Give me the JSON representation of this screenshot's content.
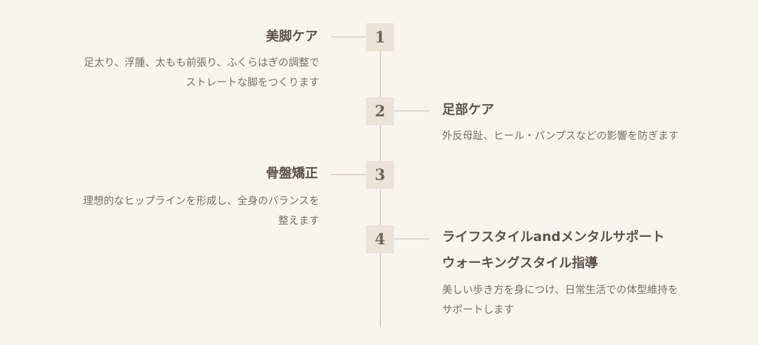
{
  "steps": [
    {
      "number": "1",
      "title": "美脚ケア",
      "desc_lines": [
        "足太り、浮腫、太もも前張り、ふくらはぎの調整で",
        "ストレートな脚をつくります"
      ]
    },
    {
      "number": "2",
      "title": "足部ケア",
      "desc_lines": [
        "外反母趾、ヒール・パンプスなどの影響を防ぎます"
      ]
    },
    {
      "number": "3",
      "title": "骨盤矯正",
      "desc_lines": [
        "理想的なヒップラインを形成し、全身のバランスを",
        "整えます"
      ]
    },
    {
      "number": "4",
      "title_lines": [
        "ライフスタイルandメンタルサポート",
        "ウォーキングスタイル指導"
      ],
      "desc_lines": [
        "美しい歩き方を身につけ、日常生活での体型維持を",
        "サポートします"
      ]
    }
  ]
}
